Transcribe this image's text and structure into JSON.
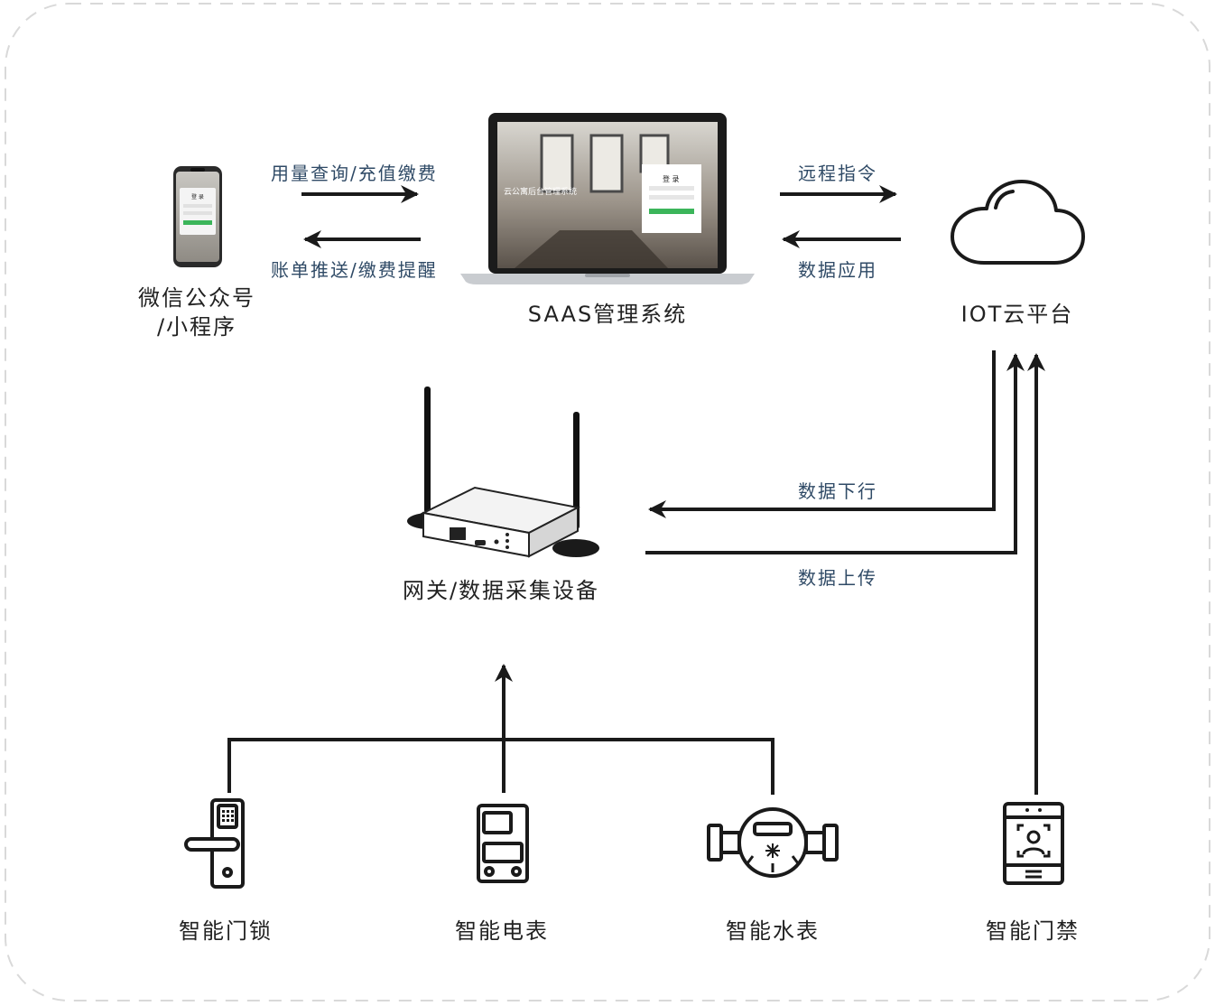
{
  "nodes": {
    "wechat": {
      "line1": "微信公众号",
      "line2": "/小程序"
    },
    "saas": {
      "label": "SAAS管理系统"
    },
    "iot": {
      "label": "IOT云平台"
    },
    "gateway": {
      "label": "网关/数据采集设备"
    },
    "lock": {
      "label": "智能门锁"
    },
    "meter_elec": {
      "label": "智能电表"
    },
    "meter_water": {
      "label": "智能水表"
    },
    "access": {
      "label": "智能门禁"
    }
  },
  "edges": {
    "wechat_to_saas": "用量查询/充值缴费",
    "saas_to_wechat": "账单推送/缴费提醒",
    "saas_to_iot": "远程指令",
    "iot_to_saas": "数据应用",
    "iot_to_gateway": "数据下行",
    "gateway_to_iot": "数据上传"
  },
  "screen": {
    "login_title": "登 录",
    "phone_login_title": "登 录",
    "hero_title": "云公寓后台管理系统"
  },
  "colors": {
    "line": "#1a1a1a",
    "accent_green": "#3bb55a",
    "flow_text": "#2f4a66"
  }
}
